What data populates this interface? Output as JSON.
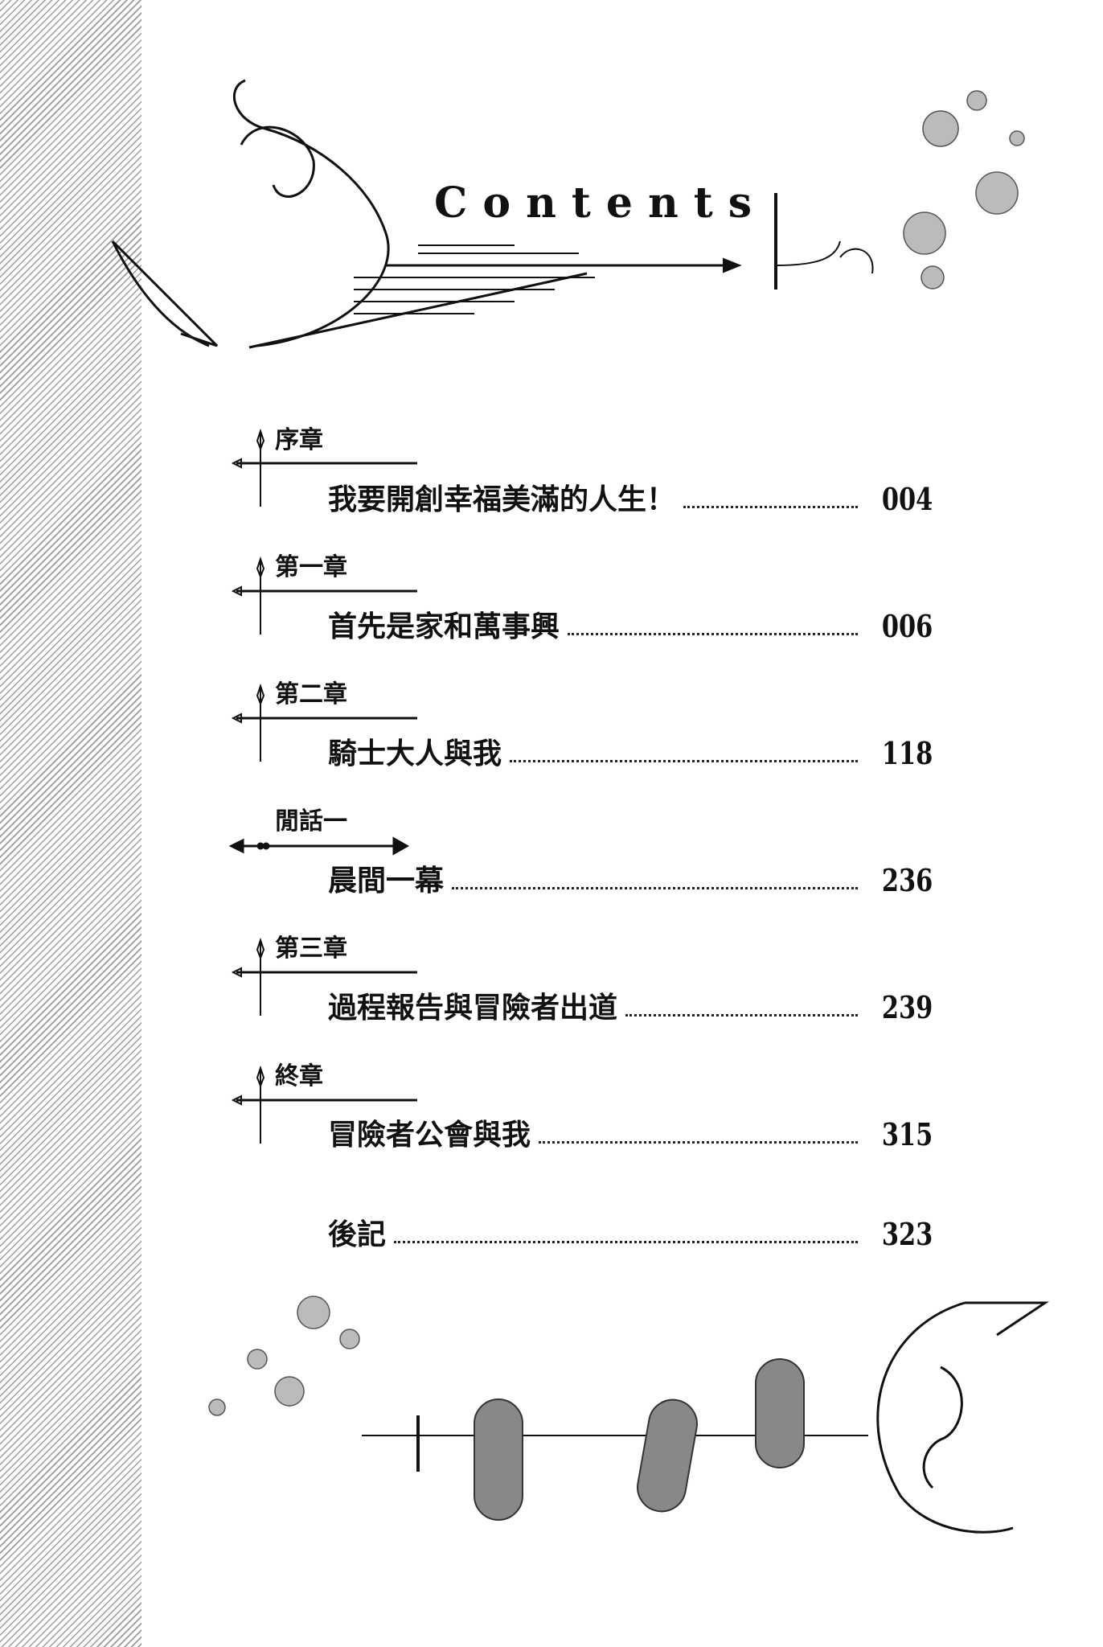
{
  "heading": "Contents",
  "entries": [
    {
      "label": "序章",
      "title": "我要開創幸福美滿的人生！",
      "page": "004",
      "marker": "cross"
    },
    {
      "label": "第一章",
      "title": "首先是家和萬事興",
      "page": "006",
      "marker": "cross"
    },
    {
      "label": "第二章",
      "title": "騎士大人與我",
      "page": "118",
      "marker": "cross"
    },
    {
      "label": "閒話一",
      "title": "晨間一幕",
      "page": "236",
      "marker": "arrow"
    },
    {
      "label": "第三章",
      "title": "過程報告與冒險者出道",
      "page": "239",
      "marker": "cross"
    },
    {
      "label": "終章",
      "title": "冒險者公會與我",
      "page": "315",
      "marker": "cross"
    },
    {
      "label": "",
      "title": "後記",
      "page": "323",
      "marker": "none"
    }
  ]
}
